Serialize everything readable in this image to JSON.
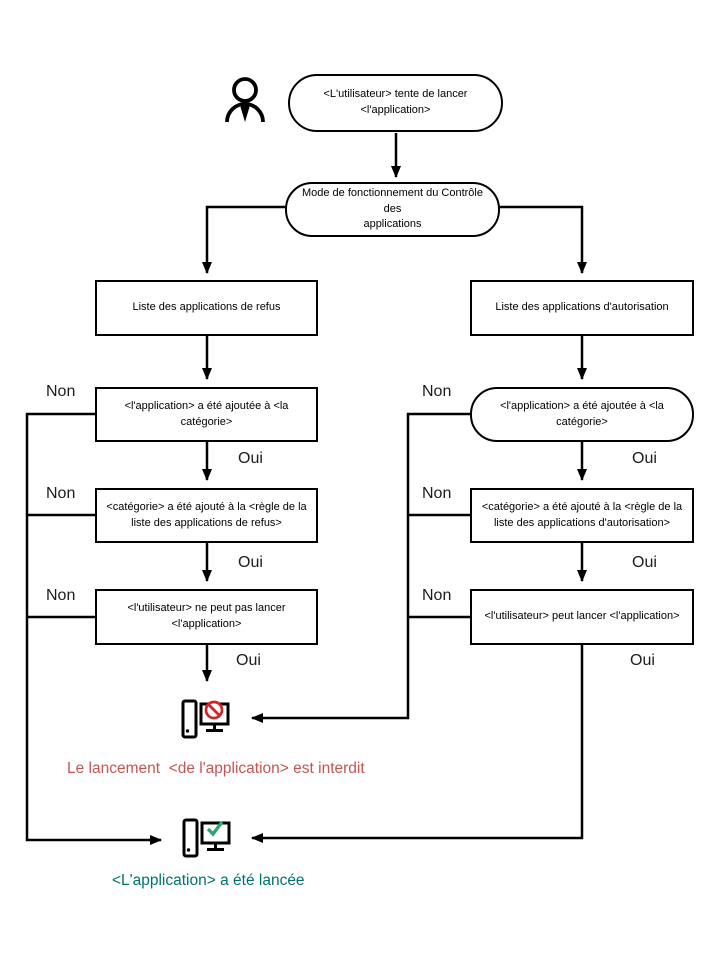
{
  "labels": {
    "no": "Non",
    "yes": "Oui"
  },
  "nodes": {
    "start": "<L'utilisateur> tente de lancer\n<l'application>",
    "mode": "Mode de fonctionnement du Contrôle des\napplications",
    "deny_list": "Liste des applications de refus",
    "allow_list": "Liste des applications d'autorisation",
    "deny_app_added": "<l'application> a été ajoutée à <la\ncatégorie>",
    "allow_app_added": "<l'application> a été ajoutée à <la\ncatégorie>",
    "deny_cat_added": "<catégorie> a été ajouté à la <règle de la\nliste des applications de refus>",
    "allow_cat_added": "<catégorie> a été ajouté à la <règle de la\nliste des applications d'autorisation>",
    "deny_final": "<l'utilisateur> ne peut pas lancer\n<l'application>",
    "allow_final": "<l'utilisateur> peut lancer <l'application>"
  },
  "outcomes": {
    "denied_text": "Le lancement  <de l'application> est interdit",
    "launched_text": "<L'application> a été lancée"
  },
  "icons": {
    "actor": "user-icon",
    "denied": "computer-blocked-icon",
    "launched": "computer-launched-icon"
  },
  "colors": {
    "line": "#000000",
    "denied_text": "#c75450",
    "launched_text": "#00736b",
    "prohibition_sign": "#d32424",
    "checkmark": "#2ea573"
  }
}
